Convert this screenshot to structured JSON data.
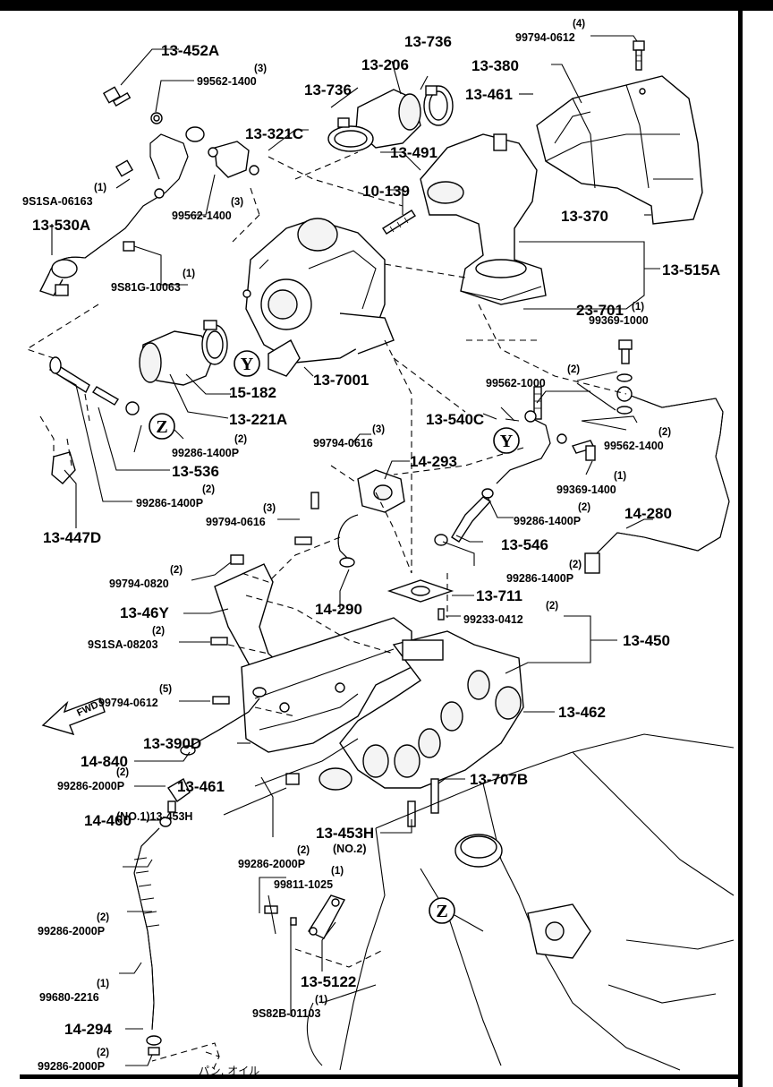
{
  "labels": {
    "p13_452A": "13-452A",
    "q_99562_1400_a": "(3)",
    "p99562_1400_a": "99562-1400",
    "q_9S1SA_06163": "(1)",
    "p9S1SA_06163": "9S1SA-06163",
    "p13_530A": "13-530A",
    "p13_321C": "13-321C",
    "q_99562_1400_b": "(3)",
    "p99562_1400_b": "99562-1400",
    "p9S81G_10063": "9S81G-10063",
    "q_9S81G_10063": "(1)",
    "p13_736_a": "13-736",
    "p13_206": "13-206",
    "p13_736_b": "13-736",
    "p13_491": "13-491",
    "p10_139": "10-139",
    "q_99794_0612_a": "(4)",
    "p99794_0612_a": "99794-0612",
    "p13_380": "13-380",
    "p13_461_a": "13-461",
    "p13_370": "13-370",
    "p13_515A": "13-515A",
    "p23_701": "23-701",
    "q_99369_1000": "(1)",
    "p99369_1000": "99369-1000",
    "p15_182": "15-182",
    "p13_7001": "13-7001",
    "p13_221A": "13-221A",
    "q_99562_1000": "(2)",
    "p99562_1000": "99562-1000",
    "p13_540C": "13-540C",
    "q_99562_1400_c": "(2)",
    "p99562_1400_c": "99562-1400",
    "q_99369_1400": "(1)",
    "p99369_1400": "99369-1400",
    "q_99286_1400P_a": "(2)",
    "p99286_1400P_a": "99286-1400P",
    "p13_536": "13-536",
    "q_99286_1400P_b": "(2)",
    "p99286_1400P_b": "99286-1400P",
    "p13_447D": "13-447D",
    "q_99794_0616_a": "(3)",
    "p99794_0616_a": "99794-0616",
    "p14_293": "14-293",
    "q_99794_0616_b": "(3)",
    "p99794_0616_b": "99794-0616",
    "q_99286_1400P_c": "(2)",
    "p99286_1400P_c": "99286-1400P",
    "p13_546": "13-546",
    "p14_280": "14-280",
    "q_99286_1400P_d": "(2)",
    "p99286_1400P_d": "99286-1400P",
    "q_99794_0820": "(2)",
    "p99794_0820": "99794-0820",
    "p14_290": "14-290",
    "p13_711": "13-711",
    "q_99233_0412": "(2)",
    "p99233_0412": "99233-0412",
    "p13_46Y": "13-46Y",
    "q_9S1SA_08203": "(2)",
    "p9S1SA_08203": "9S1SA-08203",
    "p13_450": "13-450",
    "q_99794_0612_b": "(5)",
    "p99794_0612_b": "99794-0612",
    "p13_462": "13-462",
    "p13_390D": "13-390D",
    "fwd": "FWD",
    "p13_461_b": "13-461",
    "p13_707B": "13-707B",
    "no1_13_453H": "(NO.1)13-453H",
    "p14_840": "14-840",
    "p13_453H": "13-453H",
    "no2": "(NO.2)",
    "q_99286_2000P_a": "(2)",
    "p99286_2000P_a": "99286-2000P",
    "q_99286_2000P_b": "(2)",
    "p99286_2000P_b": "99286-2000P",
    "q_99811_1025": "(1)",
    "p99811_1025": "99811-1025",
    "p14_460": "14-460",
    "q_99286_2000P_c": "(2)",
    "p99286_2000P_c": "99286-2000P",
    "q_99680_2216": "(1)",
    "p99680_2216": "99680-2216",
    "p13_5122": "13-5122",
    "q_9S82B_01103": "(1)",
    "p9S82B_01103": "9S82B-01103",
    "p14_294": "14-294",
    "q_99286_2000P_d": "(2)",
    "p99286_2000P_d": "99286-2000P",
    "oil_pan": "パン, オイル"
  },
  "callouts": {
    "Y1": "Y",
    "Y2": "Y",
    "Z1": "Z",
    "Z2": "Z"
  }
}
